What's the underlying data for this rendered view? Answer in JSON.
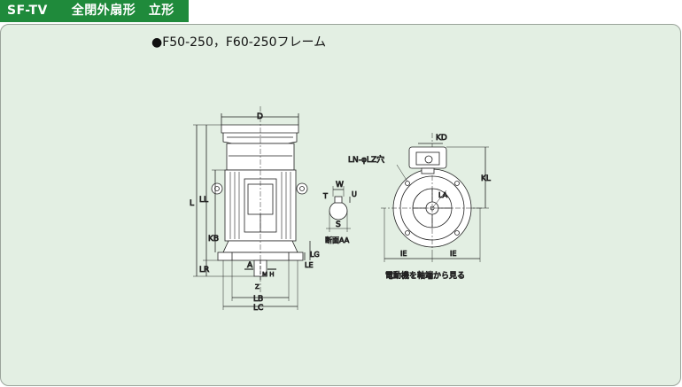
{
  "header": {
    "series": "SF-TV",
    "title": "全閉外扇形　立形",
    "color": "#1f8a3b"
  },
  "frame_title": "F50-250，F60-250フレーム",
  "bullet": "●",
  "panel_color": "#e3efe3",
  "labels": {
    "D": "D",
    "L": "L",
    "LL": "LL",
    "KB": "KB",
    "LR": "LR",
    "A": "A",
    "LB": "LB",
    "LC": "LC",
    "LE": "LE",
    "LG": "LG",
    "MH": "M H",
    "Z": "Z",
    "W": "W",
    "T": "T",
    "U": "U",
    "S": "S",
    "section": "断面AA",
    "KD": "KD",
    "KL": "KL",
    "LN": "LN-φLZ穴",
    "LA": "LA",
    "IE1": "IE",
    "IE2": "IE",
    "caption": "電動機を軸端から見る"
  }
}
